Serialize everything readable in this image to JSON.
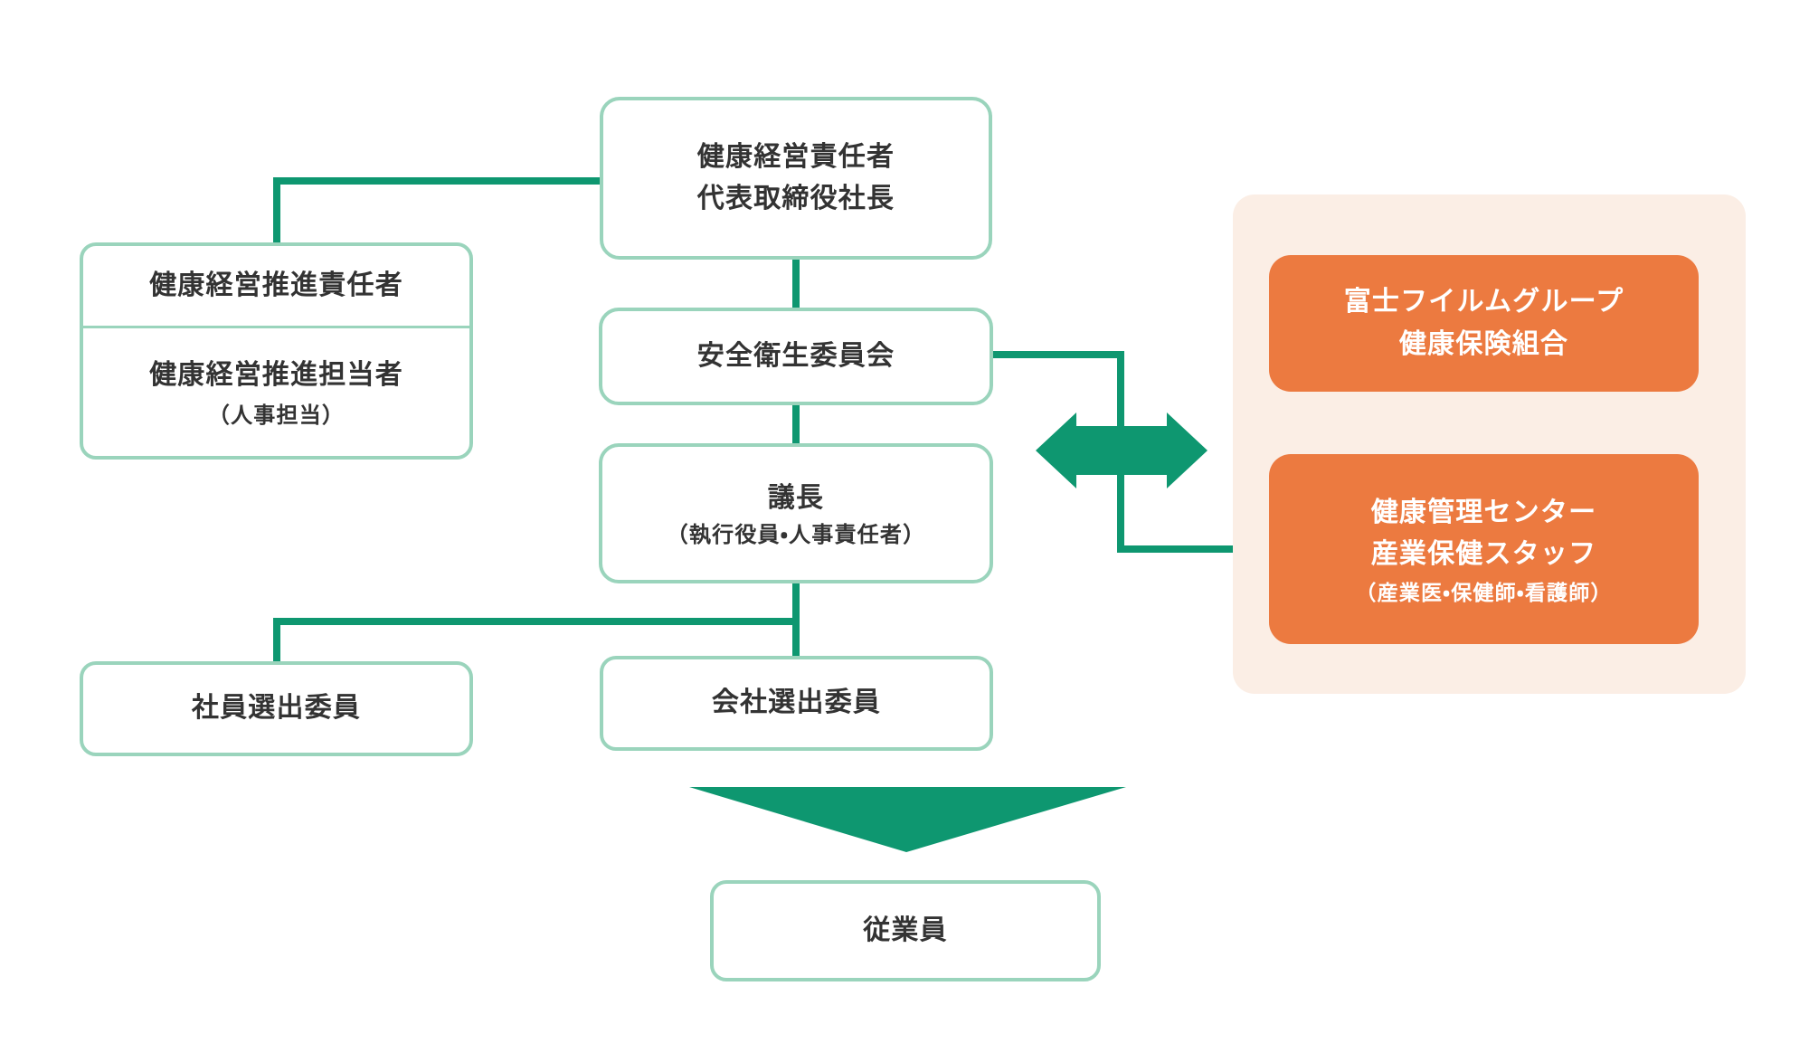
{
  "diagram": {
    "boxes": {
      "top_officer": {
        "line1": "健康経営責任者",
        "line2": "代表取締役社長"
      },
      "promotion": {
        "cell1": "健康経営推進責任者",
        "cell2_line1": "健康経営推進担当者",
        "cell2_line2": "（人事担当）"
      },
      "safety_committee": {
        "label": "安全衛生委員会"
      },
      "chairperson": {
        "line1": "議長",
        "line2": "（執行役員・人事責任者）"
      },
      "employee_elected": {
        "label": "社員選出委員"
      },
      "company_elected": {
        "label": "会社選出委員"
      },
      "employees": {
        "label": "従業員"
      },
      "insurance_union": {
        "line1": "富士フイルムグループ",
        "line2": "健康保険組合"
      },
      "health_center": {
        "line1": "健康管理センター",
        "line2": "産業保健スタッフ",
        "line3": "（産業医・保健師・看護師）"
      }
    },
    "colors": {
      "connector_green": "#0e9770",
      "box_border_mint": "#9ad4bc",
      "text_dark": "#333333",
      "orange_fill": "#ec7a40",
      "panel_peach": "#fbeee5",
      "box_fill_white": "#ffffff"
    }
  }
}
